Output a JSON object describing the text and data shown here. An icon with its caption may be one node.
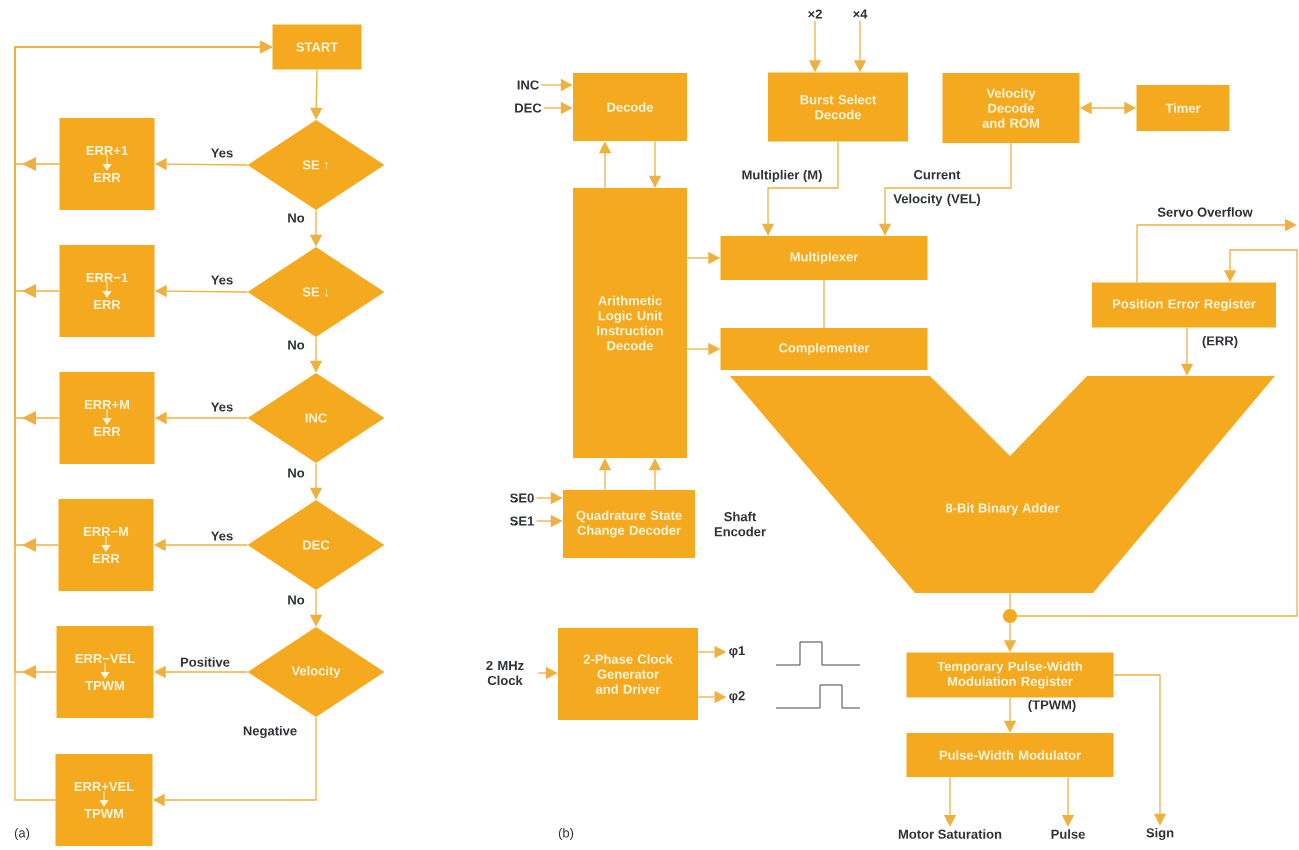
{
  "diagram": {
    "nodes": [
      {
        "text": [
          "START"
        ]
      },
      {
        "text": [
          "SE ↑"
        ]
      },
      {
        "text": [
          "ERR+1",
          "ERR"
        ]
      },
      {
        "text": [
          "SE ↓"
        ]
      },
      {
        "text": [
          "ERR−1",
          "ERR"
        ]
      },
      {
        "text": [
          "INC"
        ]
      },
      {
        "text": [
          "ERR+M",
          "ERR"
        ]
      },
      {
        "text": [
          "DEC"
        ]
      },
      {
        "text": [
          "ERR−M",
          "ERR"
        ]
      },
      {
        "text": [
          "Velocity"
        ]
      },
      {
        "text": [
          "ERR−VEL",
          "TPWM"
        ]
      },
      {
        "text": [
          "ERR+VEL",
          "TPWM"
        ]
      },
      {
        "text": [
          "Decode"
        ]
      },
      {
        "text": [
          "Burst Select Decode"
        ]
      },
      {
        "text": [
          "Velocity Decode and ROM"
        ]
      },
      {
        "text": [
          "Timer"
        ]
      },
      {
        "text": [
          "Arithmetic Logic Unit Instruction Decode"
        ]
      },
      {
        "text": [
          "Multiplexer"
        ]
      },
      {
        "text": [
          "Complementer"
        ]
      },
      {
        "text": [
          "Position Error Register"
        ]
      },
      {
        "text": [
          "8-Bit Binary Adder"
        ]
      },
      {
        "text": [
          "Quadrature State Change Decoder"
        ]
      },
      {
        "text": [
          "2-Phase Clock Generator and Driver"
        ]
      },
      {
        "text": [
          "Temporary Pulse-Width Modulation Register"
        ]
      },
      {
        "text": [
          "Pulse-Width Modulator"
        ]
      },
      {
        "text": [],
        "shape": "circle"
      },
      {
        "text": [
          "INC"
        ]
      },
      {
        "text": [
          "DEC"
        ]
      },
      {
        "text": [
          "×2"
        ]
      },
      {
        "text": [
          "×4"
        ]
      },
      {
        "text": [
          "SE0"
        ]
      },
      {
        "text": [
          "SE1"
        ]
      },
      {
        "text": [
          "2 MHz Clock"
        ]
      },
      {
        "text": [
          "φ1"
        ]
      },
      {
        "text": [
          "φ2"
        ]
      },
      {
        "text": [
          "Motor Saturation"
        ]
      },
      {
        "text": [
          "Pulse"
        ]
      },
      {
        "text": [
          "Sign"
        ]
      }
    ],
    "edges": [
      {
        "from": 0,
        "to": 1,
        "arrow": "to"
      },
      {
        "from": 1,
        "to": 2,
        "arrow": "to",
        "label": "Yes"
      },
      {
        "from": 1,
        "to": 3,
        "arrow": "to",
        "label": "No"
      },
      {
        "from": 3,
        "to": 4,
        "arrow": "to",
        "label": "Yes"
      },
      {
        "from": 3,
        "to": 5,
        "arrow": "to",
        "label": "No"
      },
      {
        "from": 5,
        "to": 6,
        "arrow": "to",
        "label": "Yes"
      },
      {
        "from": 5,
        "to": 7,
        "arrow": "to",
        "label": "No"
      },
      {
        "from": 7,
        "to": 8,
        "arrow": "to",
        "label": "Yes"
      },
      {
        "from": 7,
        "to": 9,
        "arrow": "to",
        "label": "No"
      },
      {
        "from": 9,
        "to": 10,
        "arrow": "to",
        "label": "Positive"
      },
      {
        "from": 9,
        "to": 11,
        "arrow": "to",
        "label": "Negative"
      },
      {
        "from": 2,
        "to": 0,
        "arrow": "to"
      },
      {
        "from": 4,
        "to": 0,
        "arrow": "to"
      },
      {
        "from": 6,
        "to": 0,
        "arrow": "to"
      },
      {
        "from": 8,
        "to": 0,
        "arrow": "to"
      },
      {
        "from": 10,
        "to": 0,
        "arrow": "to"
      },
      {
        "from": 11,
        "to": 0,
        "arrow": "to"
      },
      {
        "from": 26,
        "to": 12,
        "arrow": "to"
      },
      {
        "from": 27,
        "to": 12,
        "arrow": "to"
      },
      {
        "from": 28,
        "to": 13,
        "arrow": "to"
      },
      {
        "from": 29,
        "to": 13,
        "arrow": "to"
      },
      {
        "from": 14,
        "to": 15,
        "arrow": "both"
      },
      {
        "from": 16,
        "to": 12,
        "arrow": "to"
      },
      {
        "from": 12,
        "to": 16,
        "arrow": "to"
      },
      {
        "from": 13,
        "to": 17,
        "arrow": "to",
        "label": "Multiplier (M)"
      },
      {
        "from": 14,
        "to": 17,
        "arrow": "to",
        "label": "Current Velocity (VEL)"
      },
      {
        "from": 16,
        "to": 17,
        "arrow": "to"
      },
      {
        "from": 16,
        "to": 18,
        "arrow": "to"
      },
      {
        "from": 17,
        "to": 18,
        "arrow": "none"
      },
      {
        "from": 21,
        "to": 16,
        "arrow": "to"
      },
      {
        "from": 21,
        "to": 16,
        "arrow": "to"
      },
      {
        "from": 30,
        "to": 21,
        "arrow": "to"
      },
      {
        "from": 31,
        "to": 21,
        "arrow": "to"
      },
      {
        "from": 32,
        "to": 22,
        "arrow": "to"
      },
      {
        "from": 22,
        "to": 33,
        "arrow": "to"
      },
      {
        "from": 22,
        "to": 34,
        "arrow": "to"
      },
      {
        "from": 19,
        "to": 20,
        "arrow": "to",
        "label": "(ERR)"
      },
      {
        "from": 19,
        "to": null,
        "arrow": "to",
        "label": "Servo Overflow"
      },
      {
        "from": 20,
        "to": 25,
        "arrow": "none"
      },
      {
        "from": 25,
        "to": 19,
        "arrow": "to"
      },
      {
        "from": 25,
        "to": 23,
        "arrow": "to"
      },
      {
        "from": 23,
        "to": 24,
        "arrow": "to",
        "label": "(TPWM)"
      },
      {
        "from": 23,
        "to": 37,
        "arrow": "to"
      },
      {
        "from": 24,
        "to": 35,
        "arrow": "to"
      },
      {
        "from": 24,
        "to": 36,
        "arrow": "to"
      }
    ],
    "labels": [
      "Shaft Encoder",
      "(a)",
      "(b)"
    ]
  }
}
